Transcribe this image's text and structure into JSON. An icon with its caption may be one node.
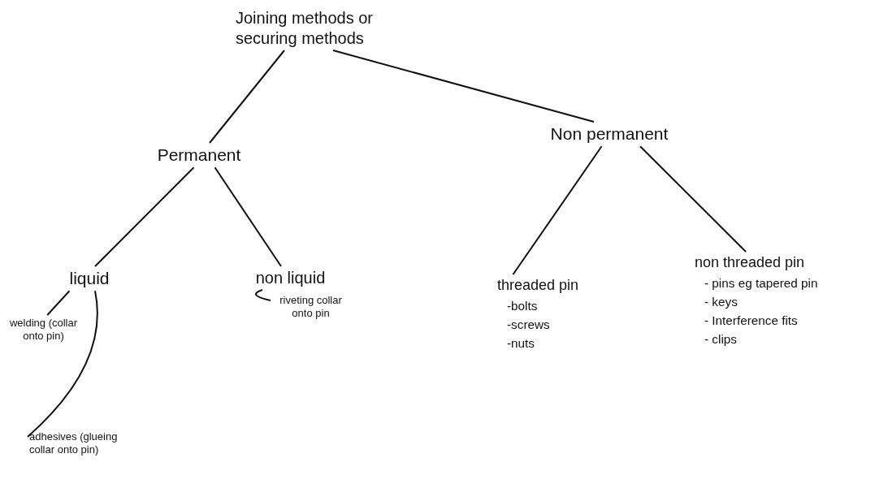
{
  "diagram": {
    "nodes": [
      {
        "text": [
          "Joining methods or securing methods"
        ]
      },
      {
        "text": [
          "Permanent"
        ]
      },
      {
        "text": [
          "Non permanent"
        ]
      },
      {
        "text": [
          "liquid"
        ]
      },
      {
        "text": [
          "non liquid"
        ]
      },
      {
        "text": [
          "threaded pin",
          "-bolts",
          "-screws",
          "-nuts"
        ]
      },
      {
        "text": [
          "non threaded pin",
          "- pins eg tapered pin",
          "- keys",
          "- Interference fits",
          "- clips"
        ]
      },
      {
        "text": [
          "welding (collar onto pin)"
        ]
      },
      {
        "text": [
          "adhesives (glueing collar onto pin)"
        ]
      },
      {
        "text": [
          "riveting collar onto pin"
        ]
      }
    ],
    "edges": [
      {
        "from": 0,
        "to": 1,
        "arrow": "none"
      },
      {
        "from": 0,
        "to": 2,
        "arrow": "none"
      },
      {
        "from": 1,
        "to": 3,
        "arrow": "none"
      },
      {
        "from": 1,
        "to": 4,
        "arrow": "none"
      },
      {
        "from": 2,
        "to": 5,
        "arrow": "none"
      },
      {
        "from": 2,
        "to": 6,
        "arrow": "none"
      },
      {
        "from": 3,
        "to": 7,
        "arrow": "none"
      },
      {
        "from": 3,
        "to": 8,
        "arrow": "none"
      },
      {
        "from": 4,
        "to": 9,
        "arrow": "none"
      }
    ]
  }
}
